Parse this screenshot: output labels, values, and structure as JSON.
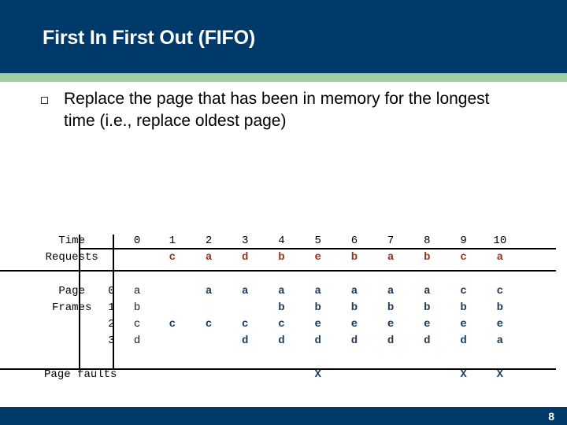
{
  "slide": {
    "title": "First In First Out (FIFO)",
    "page_number": "8",
    "colors": {
      "header_blue": "#003a6b",
      "accent_green": "#9ecf9e",
      "request_red": "#99331f",
      "frame_blue": "#1d3c5c",
      "text_black": "#000000"
    }
  },
  "bullet": {
    "marker": "hollow-square",
    "text": "Replace the page that has been in memory for the longest time (i.e., replace oldest page)"
  },
  "table": {
    "labels": {
      "time": "Time",
      "requests": "Requests",
      "page": "Page",
      "frames": "Frames",
      "page_faults": "Page faults"
    },
    "frame_indices": [
      "0",
      "1",
      "2",
      "3"
    ],
    "time_headers": [
      "0",
      "1",
      "2",
      "3",
      "4",
      "5",
      "6",
      "7",
      "8",
      "9",
      "10"
    ],
    "requests": [
      "",
      "c",
      "a",
      "d",
      "b",
      "e",
      "b",
      "a",
      "b",
      "c",
      "a"
    ],
    "frames": [
      [
        "a",
        "",
        "a",
        "a",
        "a",
        "a",
        "a",
        "a",
        "a",
        "c",
        "c"
      ],
      [
        "b",
        "",
        "",
        "",
        "b",
        "b",
        "b",
        "b",
        "b",
        "b",
        "b"
      ],
      [
        "c",
        "c",
        "c",
        "c",
        "c",
        "e",
        "e",
        "e",
        "e",
        "e",
        "e"
      ],
      [
        "d",
        "",
        "",
        "d",
        "d",
        "d",
        "d",
        "d",
        "d",
        "d",
        "a"
      ]
    ],
    "page_faults": [
      "",
      "",
      "",
      "",
      "",
      "X",
      "",
      "",
      "",
      "X",
      "X"
    ]
  }
}
